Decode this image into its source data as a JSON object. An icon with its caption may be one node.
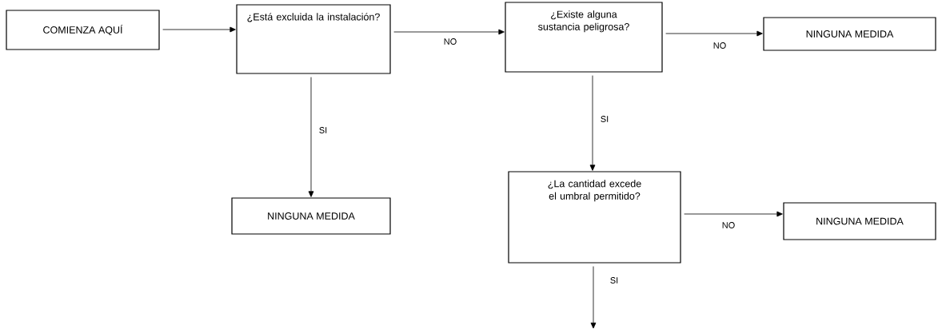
{
  "diagram": {
    "nodes": [
      {
        "text": [
          "COMIENZA AQUÍ"
        ]
      },
      {
        "text": [
          "¿Está excluida la instalación?"
        ]
      },
      {
        "text": [
          "¿Existe alguna sustancia peligrosa?"
        ]
      },
      {
        "text": [
          "NINGUNA MEDIDA"
        ]
      },
      {
        "text": [
          "NINGUNA MEDIDA"
        ]
      },
      {
        "text": [
          "¿La cantidad excede el umbral permitido?"
        ]
      },
      {
        "text": [
          "NINGUNA MEDIDA"
        ]
      }
    ],
    "edges": [
      {
        "from": 0,
        "to": 1,
        "arrow": "to"
      },
      {
        "from": 1,
        "to": 2,
        "arrow": "to",
        "label": "NO"
      },
      {
        "from": 2,
        "to": 3,
        "arrow": "to",
        "label": "NO"
      },
      {
        "from": 1,
        "to": 4,
        "arrow": "to",
        "label": "SI"
      },
      {
        "from": 2,
        "to": 5,
        "arrow": "to",
        "label": "SI"
      },
      {
        "from": 5,
        "to": 6,
        "arrow": "to",
        "label": "NO"
      },
      {
        "from": 5,
        "to": null,
        "arrow": "to",
        "label": "SI"
      }
    ]
  }
}
